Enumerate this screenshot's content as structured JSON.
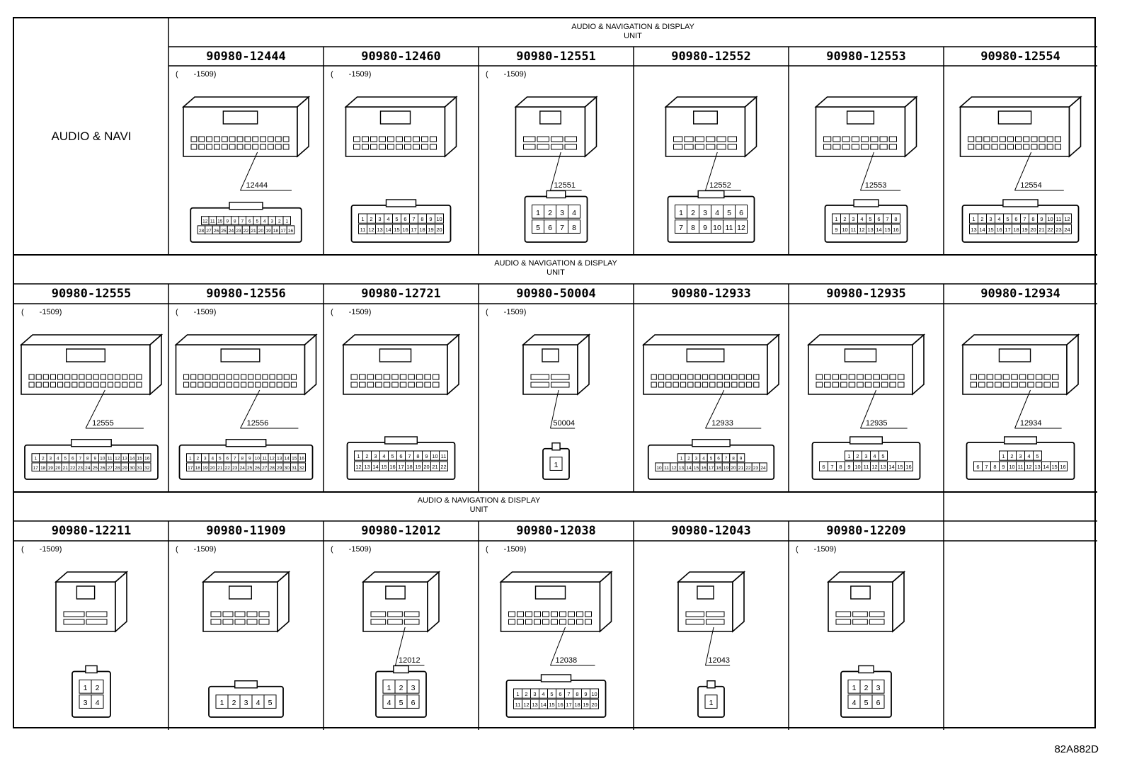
{
  "row_label": "AUDIO & NAVI",
  "section_header": "AUDIO & NAVIGATION & DISPLAY UNIT",
  "section_header_line1": "AUDIO & NAVIGATION & DISPLAY",
  "section_header_line2": "UNIT",
  "rows": [
    {
      "cells": [
        {
          "part_no": "90980-12444",
          "note": "(　　-1509)",
          "tag": "12444",
          "pins_top": [
            12,
            11,
            15,
            9,
            8,
            7,
            6,
            5,
            4,
            3,
            2,
            1
          ],
          "pins_bottom": [
            28,
            27,
            26,
            25,
            24,
            23,
            22,
            21,
            20,
            19,
            18,
            17,
            16
          ]
        },
        {
          "part_no": "90980-12460",
          "note": "(　　-1509)",
          "tag": "",
          "pins_top": [
            1,
            2,
            3,
            4,
            5,
            6,
            7,
            8,
            9,
            10
          ],
          "pins_bottom": [
            11,
            12,
            13,
            14,
            15,
            16,
            17,
            18,
            19,
            20
          ]
        },
        {
          "part_no": "90980-12551",
          "note": "(　　-1509)",
          "tag": "12551",
          "pins_top": [
            1,
            2,
            3,
            4
          ],
          "pins_bottom": [
            5,
            6,
            7,
            8
          ]
        },
        {
          "part_no": "90980-12552",
          "note": "",
          "tag": "12552",
          "pins_top": [
            1,
            2,
            3,
            4,
            5,
            6
          ],
          "pins_bottom": [
            7,
            8,
            9,
            10,
            11,
            12
          ]
        },
        {
          "part_no": "90980-12553",
          "note": "",
          "tag": "12553",
          "pins_top": [
            1,
            2,
            3,
            4,
            5,
            6,
            7,
            8
          ],
          "pins_bottom": [
            9,
            10,
            11,
            12,
            13,
            14,
            15,
            16
          ]
        },
        {
          "part_no": "90980-12554",
          "note": "",
          "tag": "12554",
          "pins_top": [
            1,
            2,
            3,
            4,
            5,
            6,
            7,
            8,
            9,
            10,
            11,
            12
          ],
          "pins_bottom": [
            13,
            14,
            15,
            16,
            17,
            18,
            19,
            20,
            21,
            22,
            23,
            24
          ]
        }
      ]
    },
    {
      "cells": [
        {
          "part_no": "90980-12555",
          "note": "(　　-1509)",
          "tag": "12555",
          "pins_top": [
            1,
            2,
            3,
            4,
            5,
            6,
            7,
            8,
            9,
            10,
            11,
            12,
            13,
            14,
            15,
            16
          ],
          "pins_bottom": [
            17,
            18,
            19,
            20,
            21,
            22,
            23,
            24,
            25,
            26,
            27,
            28,
            29,
            30,
            31,
            32
          ]
        },
        {
          "part_no": "90980-12556",
          "note": "(　　-1509)",
          "tag": "12556",
          "pins_top": [
            1,
            2,
            3,
            4,
            5,
            6,
            7,
            8,
            9,
            10,
            11,
            12,
            13,
            14,
            15,
            16
          ],
          "pins_bottom": [
            17,
            18,
            19,
            20,
            21,
            22,
            23,
            24,
            25,
            26,
            27,
            28,
            29,
            30,
            31,
            32
          ]
        },
        {
          "part_no": "90980-12721",
          "note": "(　　-1509)",
          "tag": "",
          "pins_top": [
            1,
            2,
            3,
            4,
            5,
            6,
            7,
            8,
            9,
            10,
            11
          ],
          "pins_bottom": [
            12,
            13,
            14,
            15,
            16,
            17,
            18,
            19,
            20,
            21,
            22
          ]
        },
        {
          "part_no": "90980-50004",
          "note": "(　　-1509)",
          "tag": "50004",
          "pins_top": [
            1
          ],
          "pins_bottom": []
        },
        {
          "part_no": "90980-12933",
          "note": "",
          "tag": "12933",
          "pins_top": [
            1,
            2,
            3,
            4,
            5,
            6,
            7,
            8,
            9
          ],
          "pins_bottom": [
            10,
            11,
            12,
            13,
            14,
            15,
            16,
            17,
            18,
            19,
            20,
            21,
            22,
            23,
            24
          ]
        },
        {
          "part_no": "90980-12935",
          "note": "",
          "tag": "12935",
          "pins_top": [
            1,
            2,
            3,
            4,
            5
          ],
          "pins_bottom": [
            6,
            7,
            8,
            9,
            10,
            11,
            12,
            13,
            14,
            15,
            16
          ]
        },
        {
          "part_no": "90980-12934",
          "note": "",
          "tag": "12934",
          "pins_top": [
            1,
            2,
            3,
            4,
            5
          ],
          "pins_bottom": [
            6,
            7,
            8,
            9,
            10,
            11,
            12,
            13,
            14,
            15,
            16
          ]
        }
      ]
    },
    {
      "cells": [
        {
          "part_no": "90980-12211",
          "note": "(　　-1509)",
          "tag": "",
          "pins_top": [
            1,
            2
          ],
          "pins_bottom": [
            3,
            4
          ]
        },
        {
          "part_no": "90980-11909",
          "note": "(　　-1509)",
          "tag": "",
          "pins_top": [
            1,
            2,
            3,
            4,
            5
          ],
          "pins_bottom": []
        },
        {
          "part_no": "90980-12012",
          "note": "(　　-1509)",
          "tag": "12012",
          "pins_top": [
            1,
            2,
            3
          ],
          "pins_bottom": [
            4,
            5,
            6
          ]
        },
        {
          "part_no": "90980-12038",
          "note": "(　　-1509)",
          "tag": "12038",
          "pins_top": [
            1,
            2,
            3,
            4,
            5,
            6,
            7,
            8,
            9,
            10
          ],
          "pins_bottom": [
            11,
            12,
            13,
            14,
            15,
            16,
            17,
            18,
            19,
            20
          ]
        },
        {
          "part_no": "90980-12043",
          "note": "",
          "tag": "12043",
          "pins_top": [
            1
          ],
          "pins_bottom": []
        },
        {
          "part_no": "90980-12209",
          "note": "(　　-1509)",
          "tag": "",
          "pins_top": [
            1,
            2,
            3
          ],
          "pins_bottom": [
            4,
            5,
            6
          ]
        }
      ]
    }
  ],
  "diagram_id": "82A882D"
}
